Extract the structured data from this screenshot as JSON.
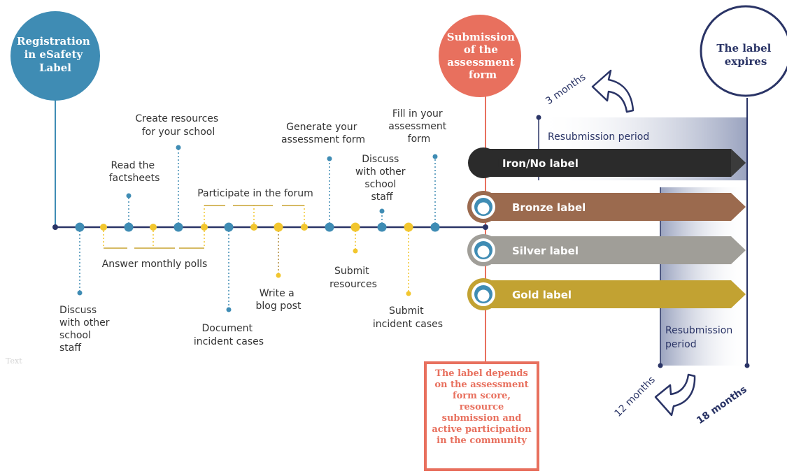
{
  "circles": {
    "registration": "Registration in eSafety Label",
    "submission": "Submission of the assessment form",
    "expires": "The label expires"
  },
  "activities_above": {
    "create_resources": "Create resources for your school",
    "read_factsheets": "Read the factsheets",
    "participate_forum": "Participate in the forum",
    "generate_form": "Generate your assessment form",
    "discuss_staff_2": "Discuss with other school staff",
    "fill_form": "Fill in your assessment form"
  },
  "activities_below": {
    "answer_polls": "Answer monthly polls",
    "discuss_staff_1": "Discuss with other school staff",
    "document_incidents": "Document incident cases",
    "write_blog": "Write a blog post",
    "submit_resources": "Submit resources",
    "submit_incidents": "Submit incident cases"
  },
  "labels": {
    "iron": "Iron/No label",
    "bronze": "Bronze label",
    "silver": "Silver label",
    "gold": "Gold label"
  },
  "periods": {
    "resubmission_top": "Resubmission period",
    "resubmission_bottom": "Resubmission period",
    "three_months": "3 months",
    "twelve_months": "12 months",
    "eighteen_months": "18 months"
  },
  "note": "The label depends on the assessment form score, resource submission and active participation in the community",
  "ghost_text": "Text",
  "colors": {
    "blue": "#3f8cb4",
    "salmon": "#e8705e",
    "navy": "#2a3466",
    "dark": "#2b2b2b",
    "bronze": "#9b6a4e",
    "silver": "#a09e98",
    "gold": "#c2a232",
    "yellow": "#f2c62e"
  }
}
